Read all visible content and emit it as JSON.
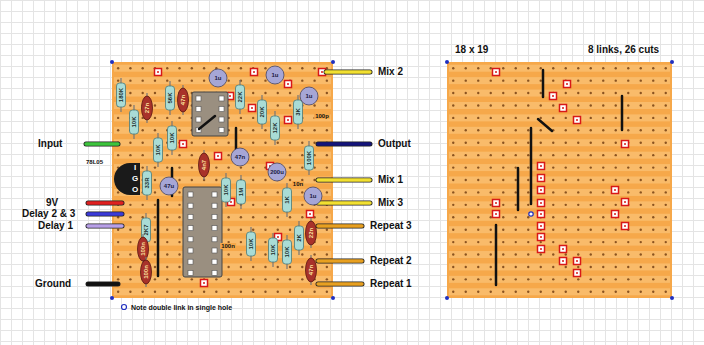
{
  "diagram": {
    "labels": [
      "Mix 2",
      "Input",
      "Output",
      "Mix 1",
      "9V",
      "Mix 3",
      "Delay 2 & 3",
      "Delay 1",
      "Repeat 3",
      "Repeat 2",
      "Ground",
      "Repeat 1",
      "Note double link in single hole",
      "18 x 19",
      "8 links, 26 cuts",
      "78L05",
      "180K",
      "10K",
      "27n",
      "56K",
      "47n",
      "1u",
      "22K",
      "1u",
      "20K",
      "12K",
      "3K",
      "1u",
      "100p",
      "10K",
      "10K",
      "33R",
      "47u",
      "4n7",
      "47n",
      "200u",
      "10K",
      "1M",
      "100K",
      "10n",
      "1u",
      "1K",
      "2K7",
      "100n",
      "100n",
      "100n",
      "10K",
      "10K",
      "2K",
      "10K",
      "22n",
      "47n",
      "I",
      "G",
      "O"
    ]
  }
}
